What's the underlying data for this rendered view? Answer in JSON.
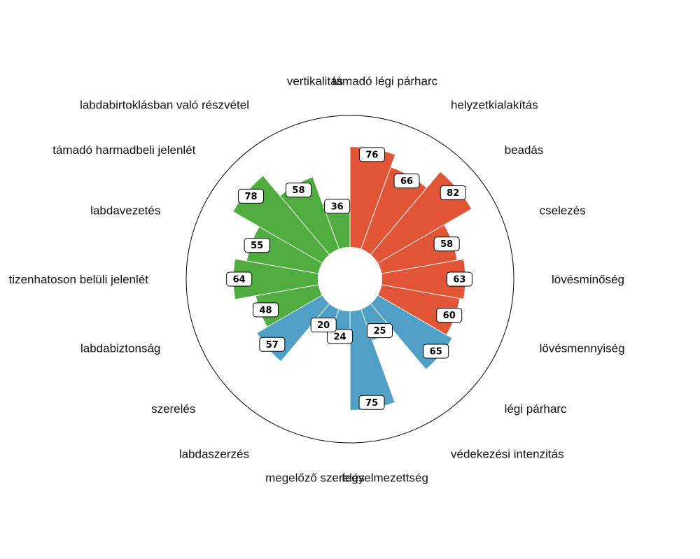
{
  "chart_data": {
    "type": "bar",
    "subtype": "polar",
    "range": [
      0,
      100
    ],
    "colors": {
      "attack": "#e15537",
      "defense": "#4fa0c4",
      "possession": "#4fac3f",
      "outer_ring": "#000000",
      "separator": "#ffffff"
    },
    "categories": [
      "támadó légi párharc",
      "helyzetkialakítás",
      "beadás",
      "cselezés",
      "lövésminőség",
      "lövésmennyiség",
      "légi párharc",
      "védekezési intenzitás",
      "fegyelmezettség",
      "megelőző szerelés",
      "labdaszerzés",
      "szerelés",
      "labdabiztonság",
      "tizenhatoson belüli jelenlét",
      "labdavezetés",
      "támadó harmadbeli jelenlét",
      "labdabirtoklásban való részvétel",
      "vertikalitás"
    ],
    "values": [
      76,
      66,
      82,
      58,
      63,
      60,
      65,
      25,
      75,
      24,
      20,
      57,
      48,
      64,
      55,
      78,
      58,
      36
    ],
    "groups": [
      "attack",
      "attack",
      "attack",
      "attack",
      "attack",
      "attack",
      "defense",
      "defense",
      "defense",
      "defense",
      "defense",
      "defense",
      "possession",
      "possession",
      "possession",
      "possession",
      "possession",
      "possession"
    ]
  }
}
